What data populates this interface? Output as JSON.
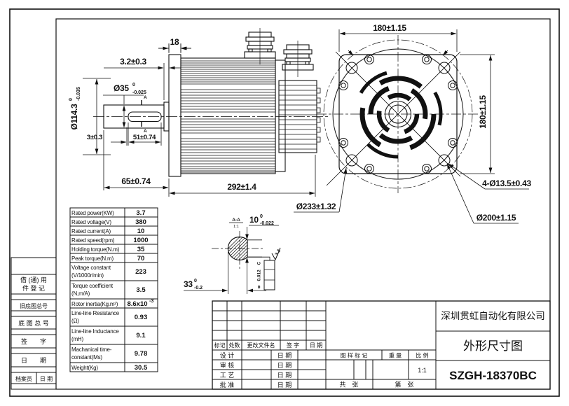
{
  "title_block": {
    "company": "深圳贯虹自动化有限公司",
    "drawing_title": "外形尺寸图",
    "model": "SZGH-18370BC",
    "scale_value": "1:1",
    "labels": {
      "mark": "标记",
      "count": "处数",
      "change_file": "更改文件名",
      "sign": "签 字",
      "date": "日 期",
      "design": "设 计",
      "check": "审 核",
      "process": "工 艺",
      "approve": "批 准",
      "pattern_mark": "图 样 标 记",
      "weight": "重 量",
      "scale": "比 例",
      "total_sheets": "共　张",
      "sheet_no": "第　张"
    }
  },
  "left_strip": {
    "box1_l1": "借 (通) 用",
    "box1_l2": "件 登 记",
    "box2": "旧底图总号",
    "box3": "底 图 总 号",
    "box4": "签　　字",
    "box5": "日　　期",
    "box6a": "档案员",
    "box6b": "日 期"
  },
  "spec_table": {
    "rows": [
      {
        "l1": "Rated power(KW)",
        "l2": "",
        "v": "3.7",
        "v_sup": ""
      },
      {
        "l1": "Rated voltage(V)",
        "l2": "",
        "v": "380",
        "v_sup": ""
      },
      {
        "l1": "Rated current(A)",
        "l2": "",
        "v": "10",
        "v_sup": ""
      },
      {
        "l1": "Rated speed(rpm)",
        "l2": "",
        "v": "1000",
        "v_sup": ""
      },
      {
        "l1": "Holding torque(N.m)",
        "l2": "",
        "v": "35",
        "v_sup": ""
      },
      {
        "l1": "Peak torque(N.m)",
        "l2": "",
        "v": "70",
        "v_sup": ""
      },
      {
        "l1": "Voltage constant",
        "l2": " (V/1000r/min)",
        "v": "223",
        "v_sup": ""
      },
      {
        "l1": "Torque coefficient",
        "l2": " (N,m/A)",
        "v": "3.5",
        "v_sup": ""
      },
      {
        "l1": "Rotor inertia(Kg.m²)",
        "l2": "",
        "v": "8.6x10",
        "v_sup": "-3"
      },
      {
        "l1": "Line-line Resistance",
        "l2": " (Ω)",
        "v": "0.93",
        "v_sup": ""
      },
      {
        "l1": "Line-line Inductance",
        "l2": " (mH)",
        "v": "9.1",
        "v_sup": ""
      },
      {
        "l1": "Machanical time-",
        "l2": "constant(Ms)",
        "v": "9.78",
        "v_sup": ""
      },
      {
        "l1": "Weight(Kg)",
        "l2": "",
        "v": "30.5",
        "v_sup": ""
      }
    ]
  },
  "side_view": {
    "dim_flange_thk": "18",
    "dim_boss": "3.2±0.3",
    "dim_shaft_dia": "Ø35",
    "dim_shaft_dia_sup": "0",
    "dim_shaft_dia_sub": "-0.025",
    "dim_body_dia": "Ø114.3",
    "dim_body_dia_sup": "0",
    "dim_body_dia_sub": "-0.035",
    "dim_key_gap": "3±0.3",
    "dim_key_len": "51±0.74",
    "dim_shaft_len": "65±0.74",
    "dim_total_len": "292±1.4",
    "datum": "A"
  },
  "front_view": {
    "dim_width": "180±1.15",
    "dim_height": "180±1.15",
    "dim_corner_holes": "4-Ø13.5±0.43",
    "dim_bolt_circle": "Ø200±1.15",
    "dim_flange_dia": "Ø233±1.32"
  },
  "section_view": {
    "label": "A-A",
    "scale": "1:1",
    "dim_key_w": "10",
    "dim_key_w_sup": "0",
    "dim_key_w_sub": "-0.022",
    "dim_flat": "33",
    "dim_flat_sup": "0",
    "dim_flat_sub": "-0.2",
    "finish": "3.2",
    "tol_symbol": "⌯",
    "tol_value": "0.012",
    "tol_datum": "C"
  }
}
